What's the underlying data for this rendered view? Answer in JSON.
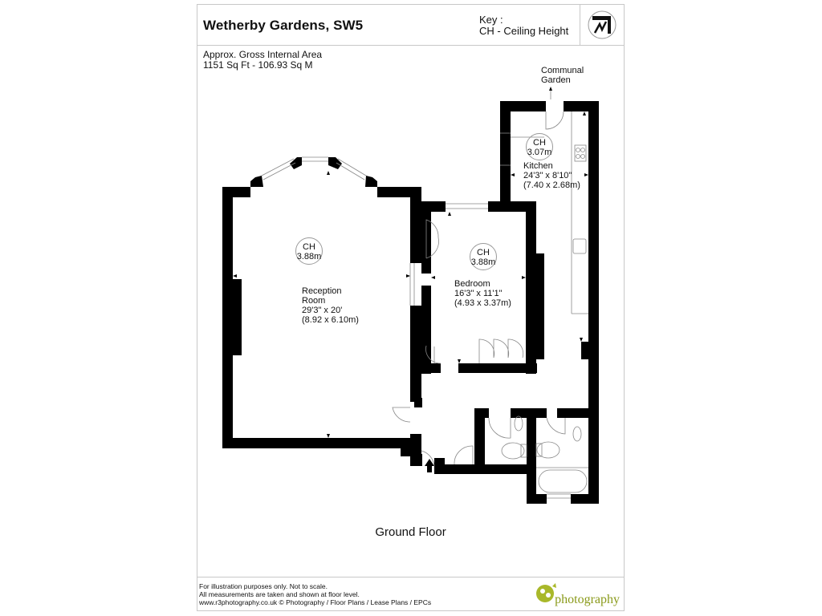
{
  "header": {
    "title": "Wetherby Gardens, SW5",
    "key_label": "Key :",
    "key_entry": "CH - Ceiling Height",
    "compass_icon": "north-arrow-icon"
  },
  "area": {
    "line1": "Approx. Gross Internal Area",
    "line2": "1151 Sq Ft  -  106.93 Sq M"
  },
  "plan": {
    "outside_label_line1": "Communal",
    "outside_label_line2": "Garden",
    "rooms": [
      {
        "name": "Reception",
        "name_line2": "Room",
        "imperial": "29'3\" x 20'",
        "metric": "(8.92 x 6.10m)",
        "ch_label": "CH",
        "ch_value": "3.88m"
      },
      {
        "name": "Bedroom",
        "imperial": "16'3\" x 11'1\"",
        "metric": "(4.93 x 3.37m)",
        "ch_label": "CH",
        "ch_value": "3.88m"
      },
      {
        "name": "Kitchen",
        "imperial": "24'3\" x 8'10\"",
        "metric": "(7.40 x 2.68m)",
        "ch_label": "CH",
        "ch_value": "3.07m"
      }
    ],
    "entrance_icon": "entrance-arrow-icon"
  },
  "floor_label": "Ground Floor",
  "footer": {
    "line1": "For illustration purposes only. Not to scale.",
    "line2": "All measurements are taken and shown at floor level.",
    "line3": "www.r3photography.co.uk © Photography / Floor Plans / Lease Plans / EPCs",
    "logo_text": "photography",
    "logo_color": "#8a9a1a"
  }
}
